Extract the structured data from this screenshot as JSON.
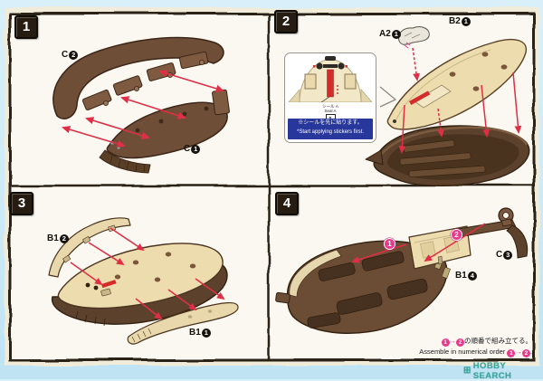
{
  "colors": {
    "arrow_red": "#df2f46",
    "order_pink": "#e8398a",
    "note_blue": "#27379b",
    "watermark_teal": "#2fa39b",
    "hull_brown": "#6b4d36",
    "deck_cream": "#ecdcae"
  },
  "steps": {
    "s1": {
      "badge": "1",
      "part_top": {
        "code": "C",
        "num": "2"
      },
      "part_bottom": {
        "code": "C",
        "num": "1"
      }
    },
    "s2": {
      "badge": "2",
      "part_small": {
        "code": "A2",
        "num": "1"
      },
      "part_deck": {
        "code": "B2",
        "num": "1"
      },
      "inset": {
        "seal_jp": "シール A",
        "seal_en": "Seal A",
        "seal_num": "1"
      },
      "note": {
        "jp": "※シールを先に貼ります。",
        "en": "*Start applying stickers first."
      }
    },
    "s3": {
      "badge": "3",
      "part_rail_left": {
        "code": "B1",
        "num": "2"
      },
      "part_rail_right": {
        "code": "B1",
        "num": "1"
      }
    },
    "s4": {
      "badge": "4",
      "part_stern": {
        "code": "B1",
        "num": "4"
      },
      "part_rudder": {
        "code": "C",
        "num": "3"
      },
      "order": {
        "first": "1",
        "second": "2",
        "arrow": "→"
      },
      "footer": {
        "jp": "の順番で組み立てる。",
        "en": "Assemble in numerical order",
        "period": "."
      }
    }
  },
  "watermark": {
    "icon": "⊞",
    "text": "HOBBY SEARCH"
  }
}
